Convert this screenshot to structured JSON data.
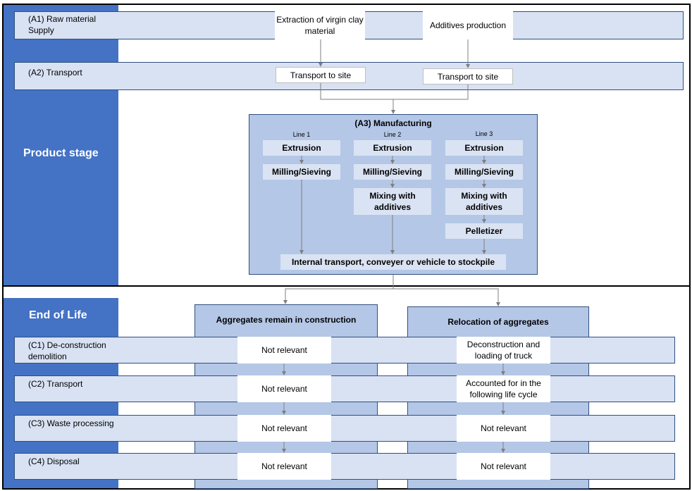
{
  "product_stage": {
    "title": "Product stage",
    "a1": {
      "label": "(A1) Raw material Supply",
      "extraction": "Extraction of virgin clay material",
      "additives": "Additives production"
    },
    "a2": {
      "label": "(A2) Transport",
      "transport_left": "Transport to site",
      "transport_right": "Transport to site"
    },
    "a3": {
      "title": "(A3) Manufacturing",
      "lines": [
        {
          "label": "Line 1",
          "steps": [
            "Extrusion",
            "Milling/Sieving"
          ]
        },
        {
          "label": "Line 2",
          "steps": [
            "Extrusion",
            "Milling/Sieving",
            "Mixing with additives"
          ]
        },
        {
          "label": "Line 3",
          "steps": [
            "Extrusion",
            "Milling/Sieving",
            "Mixing with additives",
            "Pelletizer"
          ]
        }
      ],
      "stockpile": "Internal transport, conveyer or vehicle to stockpile"
    }
  },
  "end_of_life": {
    "title": "End of Life",
    "columns": {
      "remain": "Aggregates remain in construction",
      "relocation": "Relocation of aggregates"
    },
    "rows": [
      {
        "label": "(C1) De-construction demolition",
        "remain": "Not relevant",
        "relocation": "Deconstruction and loading of truck"
      },
      {
        "label": "(C2) Transport",
        "remain": "Not relevant",
        "relocation": "Accounted for in the following life cycle"
      },
      {
        "label": "(C3) Waste processing",
        "remain": "Not relevant",
        "relocation": "Not relevant"
      },
      {
        "label": "(C4) Disposal",
        "remain": "Not relevant",
        "relocation": "Not relevant"
      }
    ]
  }
}
